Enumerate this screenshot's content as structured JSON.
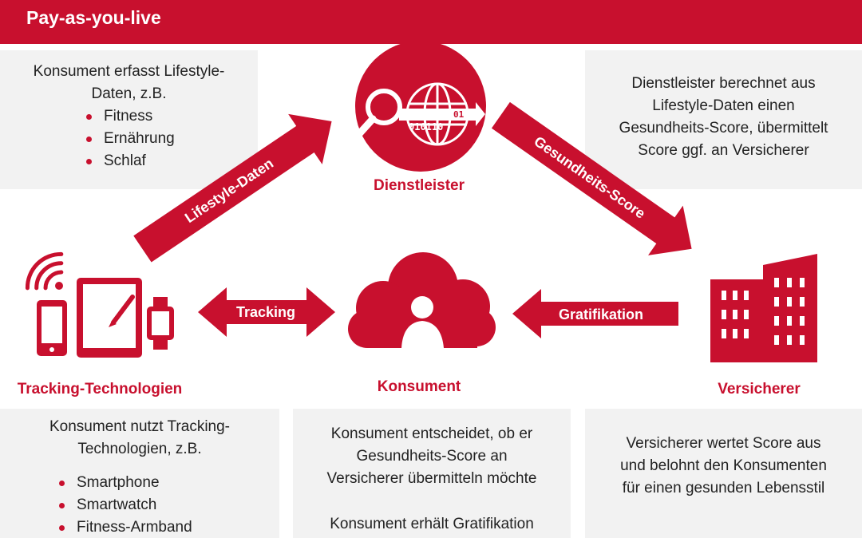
{
  "header": {
    "title": "Pay-as-you-live"
  },
  "nodes": {
    "dienstleister": "Dienstleister",
    "tracking": "Tracking-Technologien",
    "konsument": "Konsument",
    "versicherer": "Versicherer"
  },
  "arrows": {
    "lifestyle": "Lifestyle-Daten",
    "score": "Gesundheits-Score",
    "tracking": "Tracking",
    "gratifikation": "Gratifikation"
  },
  "globe_text": {
    "bits_left": "010110",
    "bits_right": "01"
  },
  "boxes": {
    "top_left": {
      "lines": [
        "Konsument erfasst Lifestyle-",
        "Daten, z.B."
      ],
      "bullets": [
        "Fitness",
        "Ernährung",
        "Schlaf"
      ]
    },
    "top_right": {
      "lines": [
        "Dienstleister berechnet aus",
        "Lifestyle-Daten einen",
        "Gesundheits-Score, übermittelt",
        "Score ggf. an Versicherer"
      ]
    },
    "bottom_left": {
      "lines": [
        "Konsument nutzt Tracking-",
        "Technologien, z.B."
      ],
      "bullets": [
        "Smartphone",
        "Smartwatch",
        "Fitness-Armband"
      ]
    },
    "bottom_middle": {
      "lines": [
        "Konsument entscheidet, ob er",
        "Gesundheits-Score an",
        "Versicherer übermitteln möchte"
      ],
      "footer": "Konsument erhält Gratifikation"
    },
    "bottom_right": {
      "lines": [
        "Versicherer wertet Score  aus",
        "und belohnt den Konsumenten",
        "für einen gesunden Lebensstil"
      ]
    }
  },
  "colors": {
    "accent": "#c8102e",
    "box_bg": "#f2f2f2",
    "text": "#222222"
  }
}
